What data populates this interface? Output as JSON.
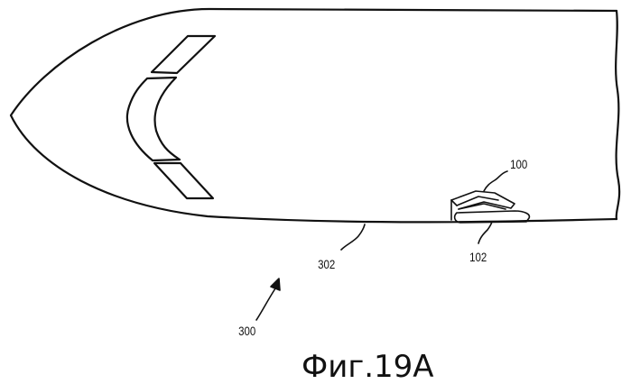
{
  "figure": {
    "caption": "Фиг.19A",
    "labels": {
      "ref_300": "300",
      "ref_302": "302",
      "ref_100": "100",
      "ref_102": "102"
    },
    "ink_color": "#111111",
    "background_color": "#ffffff"
  }
}
